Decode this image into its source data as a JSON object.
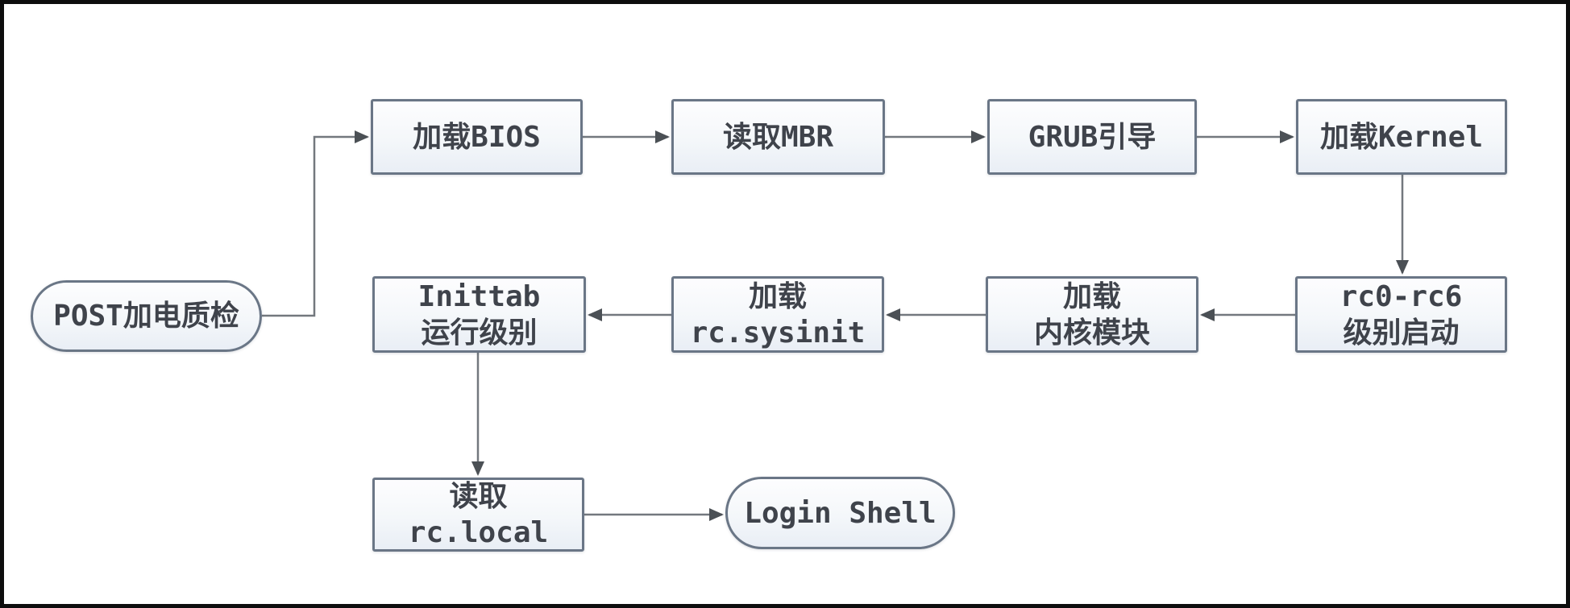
{
  "diagram": {
    "type": "flowchart",
    "colors": {
      "node_border": "#6a7686",
      "node_fill_top": "#fdfdfe",
      "node_fill_bottom": "#e9eef5",
      "node_text": "#3f434b",
      "connector": "#73787e",
      "arrowhead": "#4b5055",
      "frame": "#0d0d0d",
      "background": "#ffffff"
    },
    "nodes": {
      "post": {
        "shape": "terminator",
        "label": "POST加电质检"
      },
      "bios": {
        "shape": "process",
        "label": "加载BIOS"
      },
      "mbr": {
        "shape": "process",
        "label": "读取MBR"
      },
      "grub": {
        "shape": "process",
        "label": "GRUB引导"
      },
      "kernel": {
        "shape": "process",
        "label": "加载Kernel"
      },
      "rc06": {
        "shape": "process",
        "line1": "rc0-rc6",
        "line2": "级别启动"
      },
      "modules": {
        "shape": "process",
        "line1": "加载",
        "line2": "内核模块"
      },
      "sysinit": {
        "shape": "process",
        "line1": "加载",
        "line2": "rc.sysinit"
      },
      "inittab": {
        "shape": "process",
        "line1": "Inittab",
        "line2": "运行级别"
      },
      "rclocal": {
        "shape": "process",
        "line1": "读取",
        "line2": "rc.local"
      },
      "login": {
        "shape": "terminator",
        "label": "Login Shell"
      }
    },
    "edges": [
      {
        "from": "post",
        "to": "bios"
      },
      {
        "from": "bios",
        "to": "mbr"
      },
      {
        "from": "mbr",
        "to": "grub"
      },
      {
        "from": "grub",
        "to": "kernel"
      },
      {
        "from": "kernel",
        "to": "rc06"
      },
      {
        "from": "rc06",
        "to": "modules"
      },
      {
        "from": "modules",
        "to": "sysinit"
      },
      {
        "from": "sysinit",
        "to": "inittab"
      },
      {
        "from": "inittab",
        "to": "rclocal"
      },
      {
        "from": "rclocal",
        "to": "login"
      }
    ]
  }
}
